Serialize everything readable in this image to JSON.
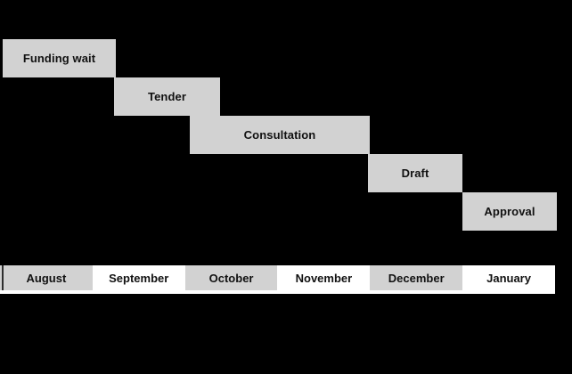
{
  "chart_data": {
    "type": "gantt",
    "title": "",
    "axis": {
      "unit": "months",
      "position": "bottom",
      "range": [
        0,
        6
      ]
    },
    "months": [
      {
        "label": "August",
        "shaded": true
      },
      {
        "label": "September",
        "shaded": false
      },
      {
        "label": "October",
        "shaded": true
      },
      {
        "label": "November",
        "shaded": false
      },
      {
        "label": "December",
        "shaded": true
      },
      {
        "label": "January",
        "shaded": false
      }
    ],
    "tasks": [
      {
        "label": "Funding wait",
        "row": 0,
        "start": 0.03,
        "end": 1.25
      },
      {
        "label": "Tender",
        "row": 1,
        "start": 1.23,
        "end": 2.38
      },
      {
        "label": "Consultation",
        "row": 2,
        "start": 2.05,
        "end": 4.0
      },
      {
        "label": "Draft",
        "row": 3,
        "start": 3.98,
        "end": 5.0
      },
      {
        "label": "Approval",
        "row": 4,
        "start": 5.0,
        "end": 6.02
      }
    ],
    "grid": false,
    "legend": "none",
    "colors": {
      "background": "#000000",
      "bar_fill": "#d2d2d2",
      "bar_text": "#111111",
      "month_shaded": "#d2d2d2",
      "month_unshaded": "#ffffff",
      "month_text": "#111111",
      "axis_edge_line": "#2e2e2e"
    }
  }
}
